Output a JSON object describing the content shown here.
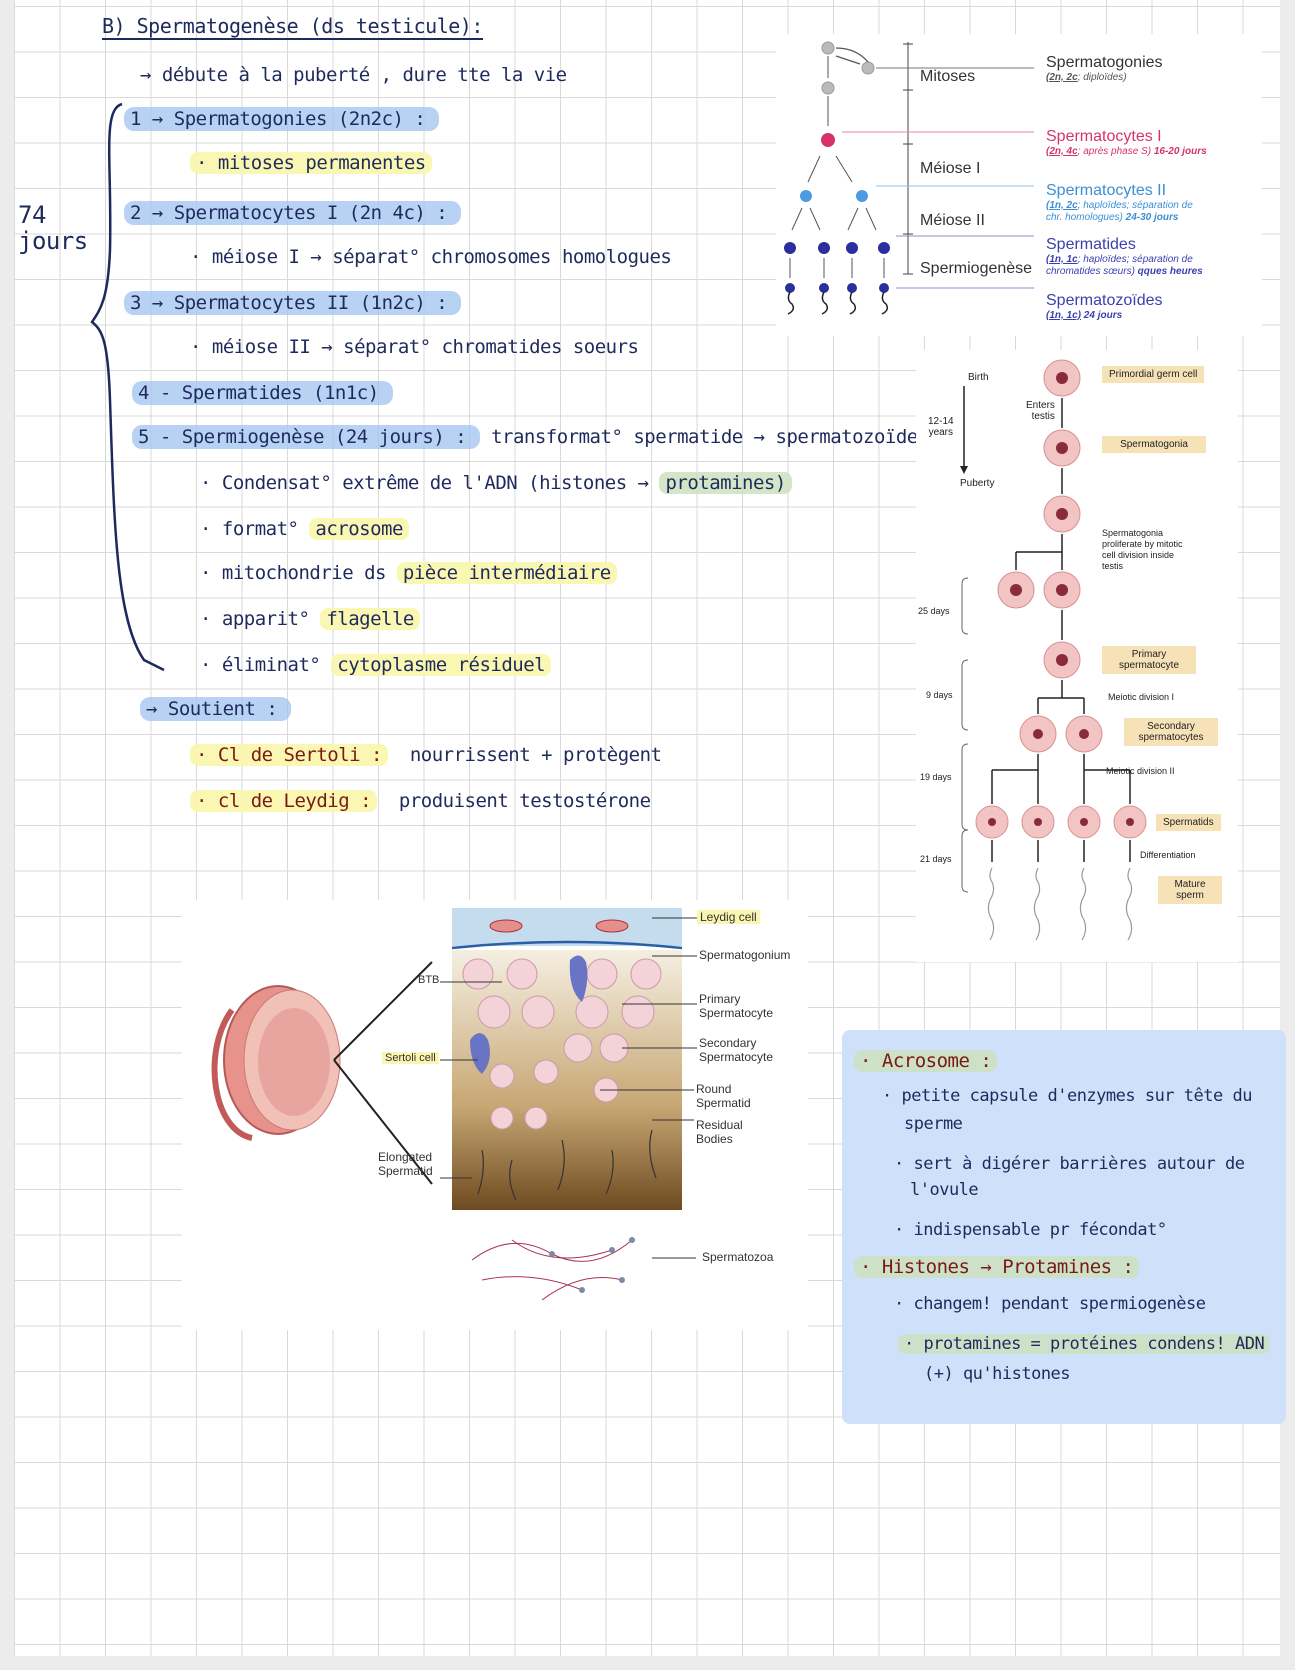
{
  "notes": {
    "title": "B) Spermatogenèse (ds testicule):",
    "intro": "→ débute à la puberté , dure tte la vie",
    "side_label_1": "74",
    "side_label_2": "jours",
    "steps": [
      {
        "head": "1 → Spermatogonies (2n2c) :",
        "sub": "· mitoses permanentes"
      },
      {
        "head": "2 → Spermatocytes I (2n 4c) :",
        "sub_a": "· méiose I → séparat° ",
        "sub_b": "chromosomes homologues"
      },
      {
        "head": "3 → Spermatocytes II (1n2c) :",
        "sub": "· méiose II → séparat° chromatides soeurs"
      },
      {
        "head": "4 - Spermatides (1n1c)"
      },
      {
        "head": "5 - Spermiogenèse (24 jours) :",
        "tail": " transformat° spermatide → spermatozoïde :"
      }
    ],
    "spermio_items": [
      {
        "a": "· Condensat° ",
        "b": "extrême",
        "c": " de l'ADN (histones → ",
        "d": "protamines)"
      },
      {
        "a": "· format° ",
        "b": "acrosome"
      },
      {
        "a": "· mitochondrie ds ",
        "b": "pièce intermédiaire"
      },
      {
        "a": "· apparit° ",
        "b": "flagelle"
      },
      {
        "a": "· éliminat° ",
        "b": "cytoplasme résiduel"
      }
    ],
    "soutient": "→ Soutient :",
    "sertoli_label": "· Cl de Sertoli :",
    "sertoli_text": "nourrissent + protègent",
    "leydig_label": "· cl de Leydig :",
    "leydig_text": "produisent testostérone"
  },
  "fig_top": {
    "phases": [
      "Mitoses",
      "Méiose I",
      "Méiose II",
      "Spermiogenèse"
    ],
    "cells": [
      {
        "name": "Spermatogonies",
        "detail_a": "(2n, 2c",
        "detail_b": "; diploïdes)",
        "color": "#333333"
      },
      {
        "name": "Spermatocytes I",
        "detail_a": "(2n, 4c",
        "detail_b": "; après phase S)",
        "detail_c": " 16-20 jours",
        "color": "#d6336c"
      },
      {
        "name": "Spermatocytes II",
        "detail_a": "(1n, 2c",
        "detail_b": "; haploïdes; séparation de",
        "detail_line2": "chr. homologues)",
        "detail_c": " 24-30 jours",
        "color": "#3b8fd6"
      },
      {
        "name": "Spermatides",
        "detail_a": "(1n, 1c",
        "detail_b": "; haploïdes; séparation de",
        "detail_line2": "chromatides sœurs)",
        "detail_c": " qques heures",
        "color": "#3a3fae"
      },
      {
        "name": "Spermatozoïdes",
        "detail_a": "(1n, 1c)",
        "detail_c": " 24 jours",
        "color": "#3a3fae"
      }
    ]
  },
  "fig_right": {
    "timeline": {
      "birth": "Birth",
      "age": "12-14\nyears",
      "puberty": "Puberty"
    },
    "enters": "Enters\ntestis",
    "labels": {
      "primordial": "Primordial germ cell",
      "spermatogonia": "Spermatogonia",
      "prolif": "Spermatogonia\nproliferate by mitotic\ncell division inside\ntestis",
      "primary": "Primary\nspermatocyte",
      "meiotic1": "Meiotic division I",
      "secondary": "Secondary\nspermatocytes",
      "meiotic2": "Meiotic division II",
      "spermatids": "Spermatids",
      "diff": "Differentiation",
      "mature": "Mature\nsperm"
    },
    "days": [
      "25 days",
      "9 days",
      "19 days",
      "21 days"
    ]
  },
  "fig_bottom": {
    "labels": {
      "leydig": "Leydig cell",
      "spermatogonium": "Spermatogonium",
      "btb": "BTB",
      "primary": "Primary\nSpermatocyte",
      "sertoli": "Sertoli cell",
      "secondary": "Secondary\nSpermatocyte",
      "round": "Round\nSpermatid",
      "residual": "Residual\nBodies",
      "elongated": "Elongated\nSpermatid",
      "spermatozoa": "Spermatozoa"
    }
  },
  "blue_note": {
    "acrosome_title": "· Acrosome :",
    "a1": "· petite capsule d'enzymes sur tête du",
    "a1b": "sperme",
    "a2": "· sert à digérer barrières autour de",
    "a2b": "l'ovule",
    "a3": "· indispensable pr fécondat°",
    "hist_title": "· Histones → Protamines :",
    "h1": "· changem! pendant spermiogenèse",
    "h2": "· protamines = protéines condens! ADN",
    "h2b": "(+) qu'histones"
  },
  "colors": {
    "ink": "#1f2a5c",
    "highlight_blue": "#a0c3f0",
    "highlight_yellow": "#faf6aa",
    "note_bg": "#cfe0fa",
    "red_ink": "#7a1a12"
  }
}
